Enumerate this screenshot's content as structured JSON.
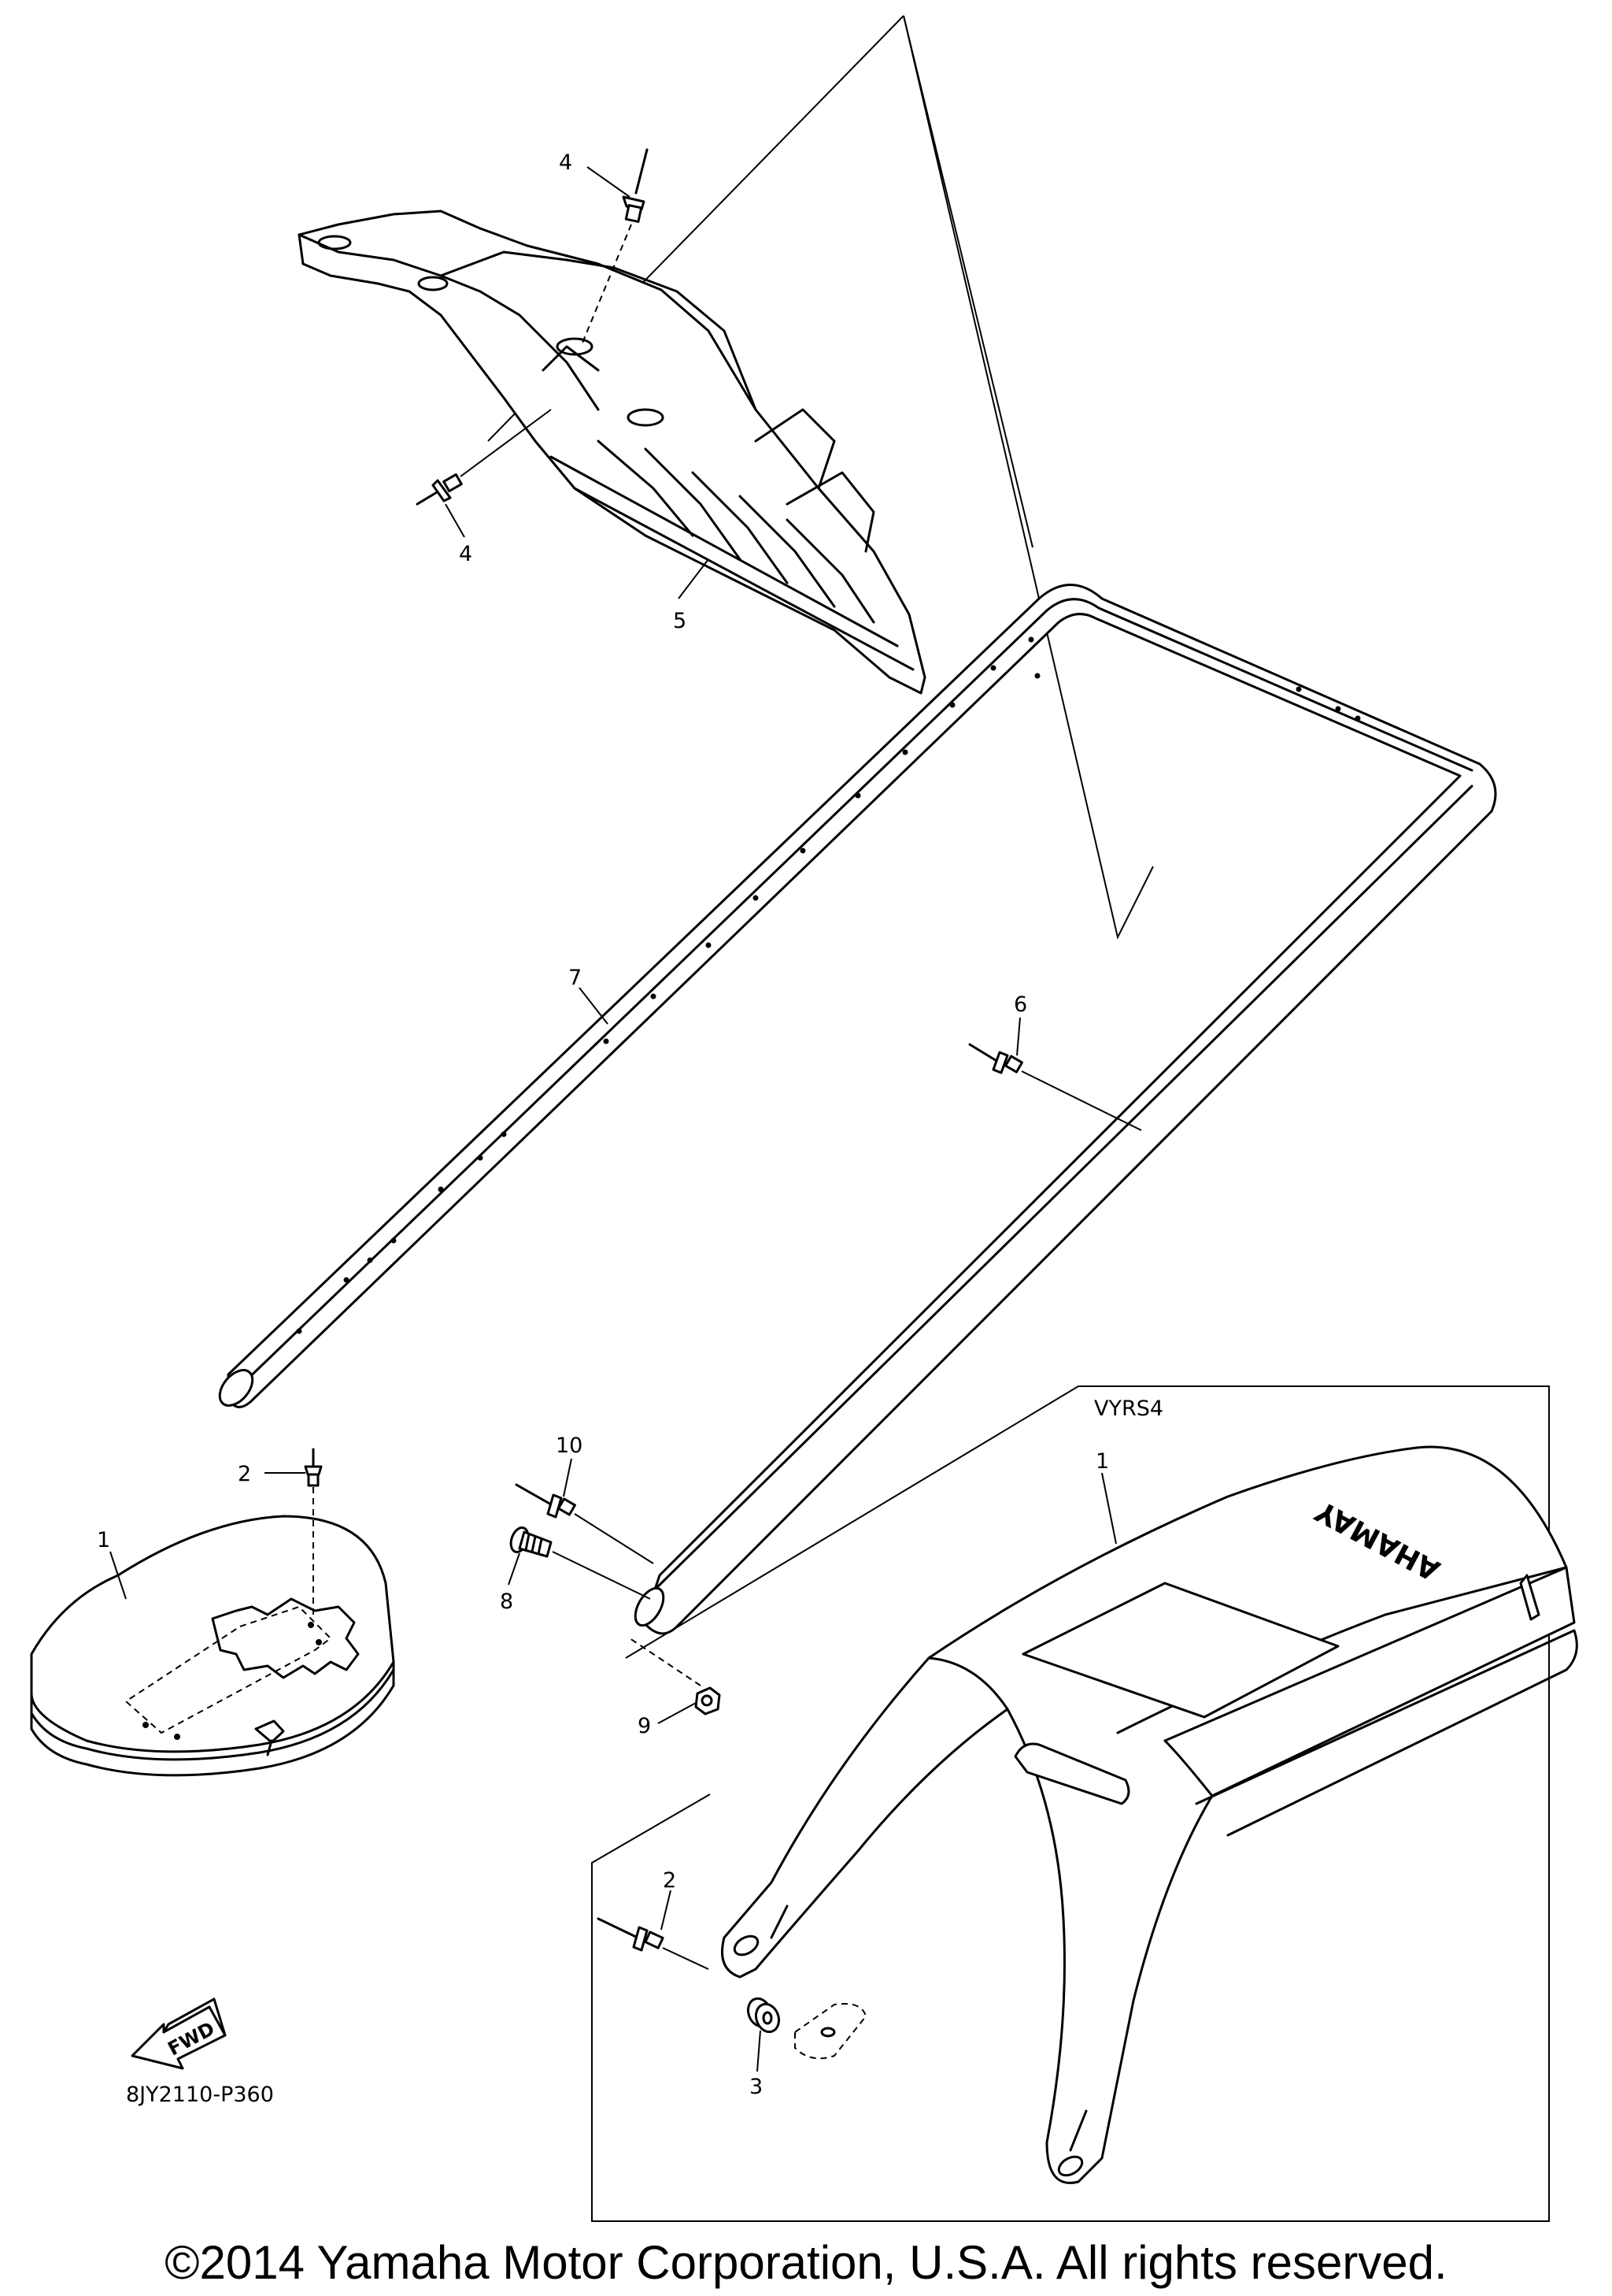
{
  "diagram": {
    "callouts": {
      "c4_top": "4",
      "c4_bottom": "4",
      "c5": "5",
      "c7": "7",
      "c6": "6",
      "c2_left": "2",
      "c1_left": "1",
      "c10": "10",
      "c8": "8",
      "c9": "9",
      "c1_right": "1",
      "c2_right": "2",
      "c3": "3"
    },
    "variant_box_label": "VYRS4",
    "fwd_label": "FWD",
    "seat_brand_text": "YAMAHA",
    "diagram_code": "8JY2110-P360"
  },
  "footer": {
    "copyright": "©2014 Yamaha Motor Corporation, U.S.A. All rights reserved."
  }
}
